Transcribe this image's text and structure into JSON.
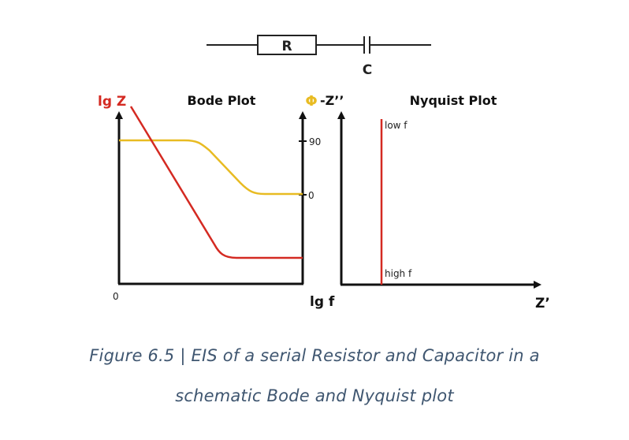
{
  "circuit": {
    "resistor_label": "R",
    "capacitor_label": "C"
  },
  "bode": {
    "title": "Bode Plot",
    "y_left_label": "lg Z",
    "y_right_label": "Φ",
    "x_label": "lg f",
    "origin_label": "0",
    "right_ticks": [
      "90",
      "0"
    ],
    "colors": {
      "impedance": "#d42a22",
      "phase": "#e8bb22",
      "axis": "#111111"
    }
  },
  "nyquist": {
    "title": "Nyquist Plot",
    "y_label": "-Z’’",
    "x_label": "Z’",
    "low_label": "low f",
    "high_label": "high f",
    "colors": {
      "line": "#d42a22"
    }
  },
  "caption": {
    "line1": "Figure 6.5 | EIS of a serial Resistor and Capacitor in a",
    "line2": "schematic Bode and Nyquist plot",
    "color": "#3f5670"
  }
}
